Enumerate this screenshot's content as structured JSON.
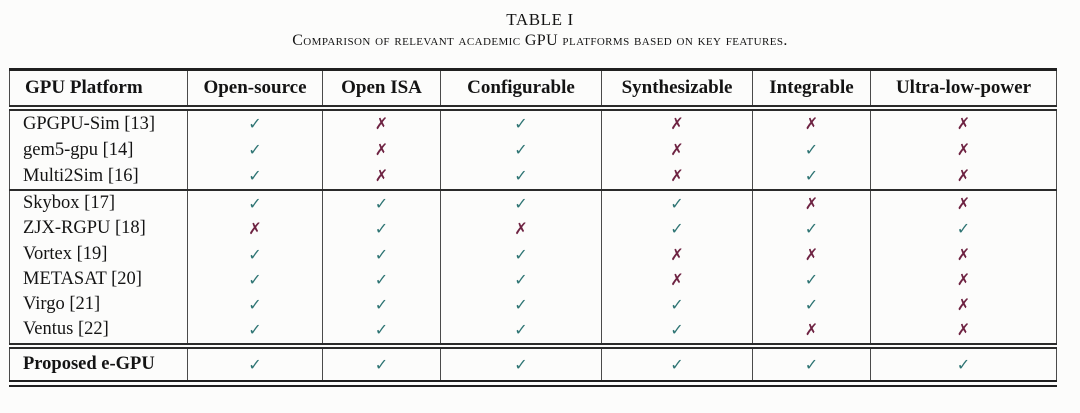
{
  "page": {
    "table_number": "TABLE I",
    "caption": "Comparison of relevant academic GPU platforms based on key features."
  },
  "table": {
    "columns": [
      "GPU Platform",
      "Open-source",
      "Open ISA",
      "Configurable",
      "Synthesizable",
      "Integrable",
      "Ultra-low-power"
    ],
    "mark_colors": {
      "check": "#2e7473",
      "cross": "#6e2342"
    },
    "mark_glyphs": {
      "check": "✓",
      "cross": "✗"
    },
    "groups": [
      {
        "rows": [
          {
            "platform": "GPGPU-Sim [13]",
            "marks": [
              "check",
              "cross",
              "check",
              "cross",
              "cross",
              "cross"
            ]
          },
          {
            "platform": "gem5-gpu [14]",
            "marks": [
              "check",
              "cross",
              "check",
              "cross",
              "check",
              "cross"
            ]
          },
          {
            "platform": "Multi2Sim [16]",
            "marks": [
              "check",
              "cross",
              "check",
              "cross",
              "check",
              "cross"
            ]
          }
        ]
      },
      {
        "rows": [
          {
            "platform": "Skybox [17]",
            "marks": [
              "check",
              "check",
              "check",
              "check",
              "cross",
              "cross"
            ]
          },
          {
            "platform": "ZJX-RGPU [18]",
            "marks": [
              "cross",
              "check",
              "cross",
              "check",
              "check",
              "check"
            ]
          },
          {
            "platform": "Vortex [19]",
            "marks": [
              "check",
              "check",
              "check",
              "cross",
              "cross",
              "cross"
            ]
          },
          {
            "platform": "METASAT [20]",
            "marks": [
              "check",
              "check",
              "check",
              "cross",
              "check",
              "cross"
            ]
          },
          {
            "platform": "Virgo [21]",
            "marks": [
              "check",
              "check",
              "check",
              "check",
              "check",
              "cross"
            ]
          },
          {
            "platform": "Ventus [22]",
            "marks": [
              "check",
              "check",
              "check",
              "check",
              "cross",
              "cross"
            ]
          }
        ]
      },
      {
        "rows": [
          {
            "platform": "Proposed e-GPU",
            "marks": [
              "check",
              "check",
              "check",
              "check",
              "check",
              "check"
            ]
          }
        ]
      }
    ]
  }
}
